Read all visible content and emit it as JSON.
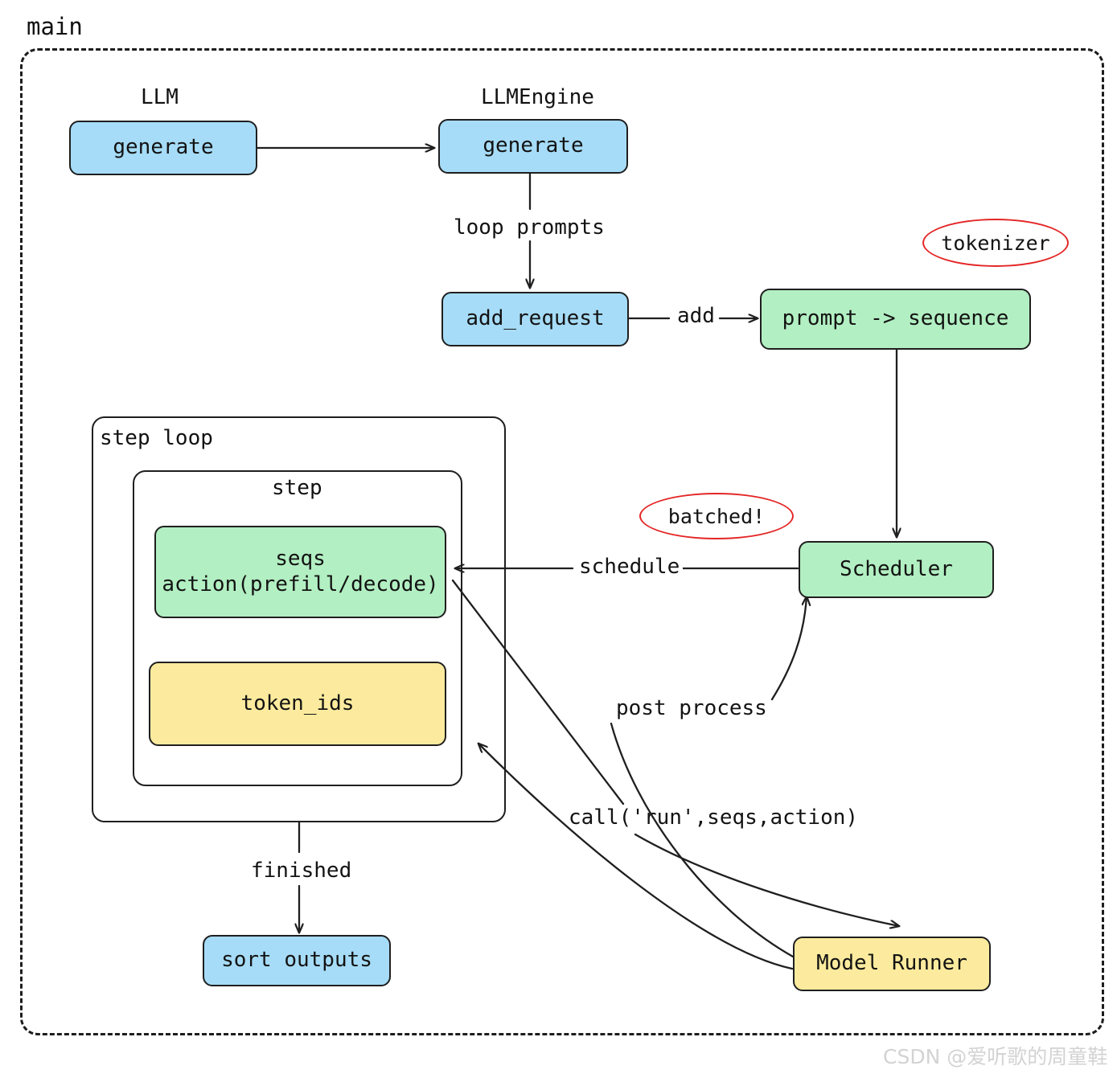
{
  "diagram": {
    "title": "main",
    "watermark": "CSDN @爱听歌的周童鞋",
    "colors": {
      "blue": "#a6dcf7",
      "green": "#b2efc2",
      "yellow": "#fceb9e",
      "annotation_red": "#e42626",
      "stroke": "#1f1f1f"
    }
  },
  "group_labels": {
    "llm": "LLM",
    "llmengine": "LLMEngine",
    "step_loop": "step loop",
    "step": "step"
  },
  "nodes": {
    "llm_generate": "generate",
    "engine_generate": "generate",
    "add_request": "add_request",
    "prompt_to_sequence": "prompt -> sequence",
    "scheduler": "Scheduler",
    "seqs": "seqs\naction(prefill/decode)",
    "token_ids": "token_ids",
    "sort_outputs": "sort outputs",
    "model_runner": "Model Runner"
  },
  "annotations": {
    "tokenizer": "tokenizer",
    "batched": "batched!"
  },
  "edge_labels": {
    "loop_prompts": "loop prompts",
    "add": "add",
    "schedule": "schedule",
    "post_process": "post process",
    "call_run": "call('run',seqs,action)",
    "finished": "finished"
  }
}
